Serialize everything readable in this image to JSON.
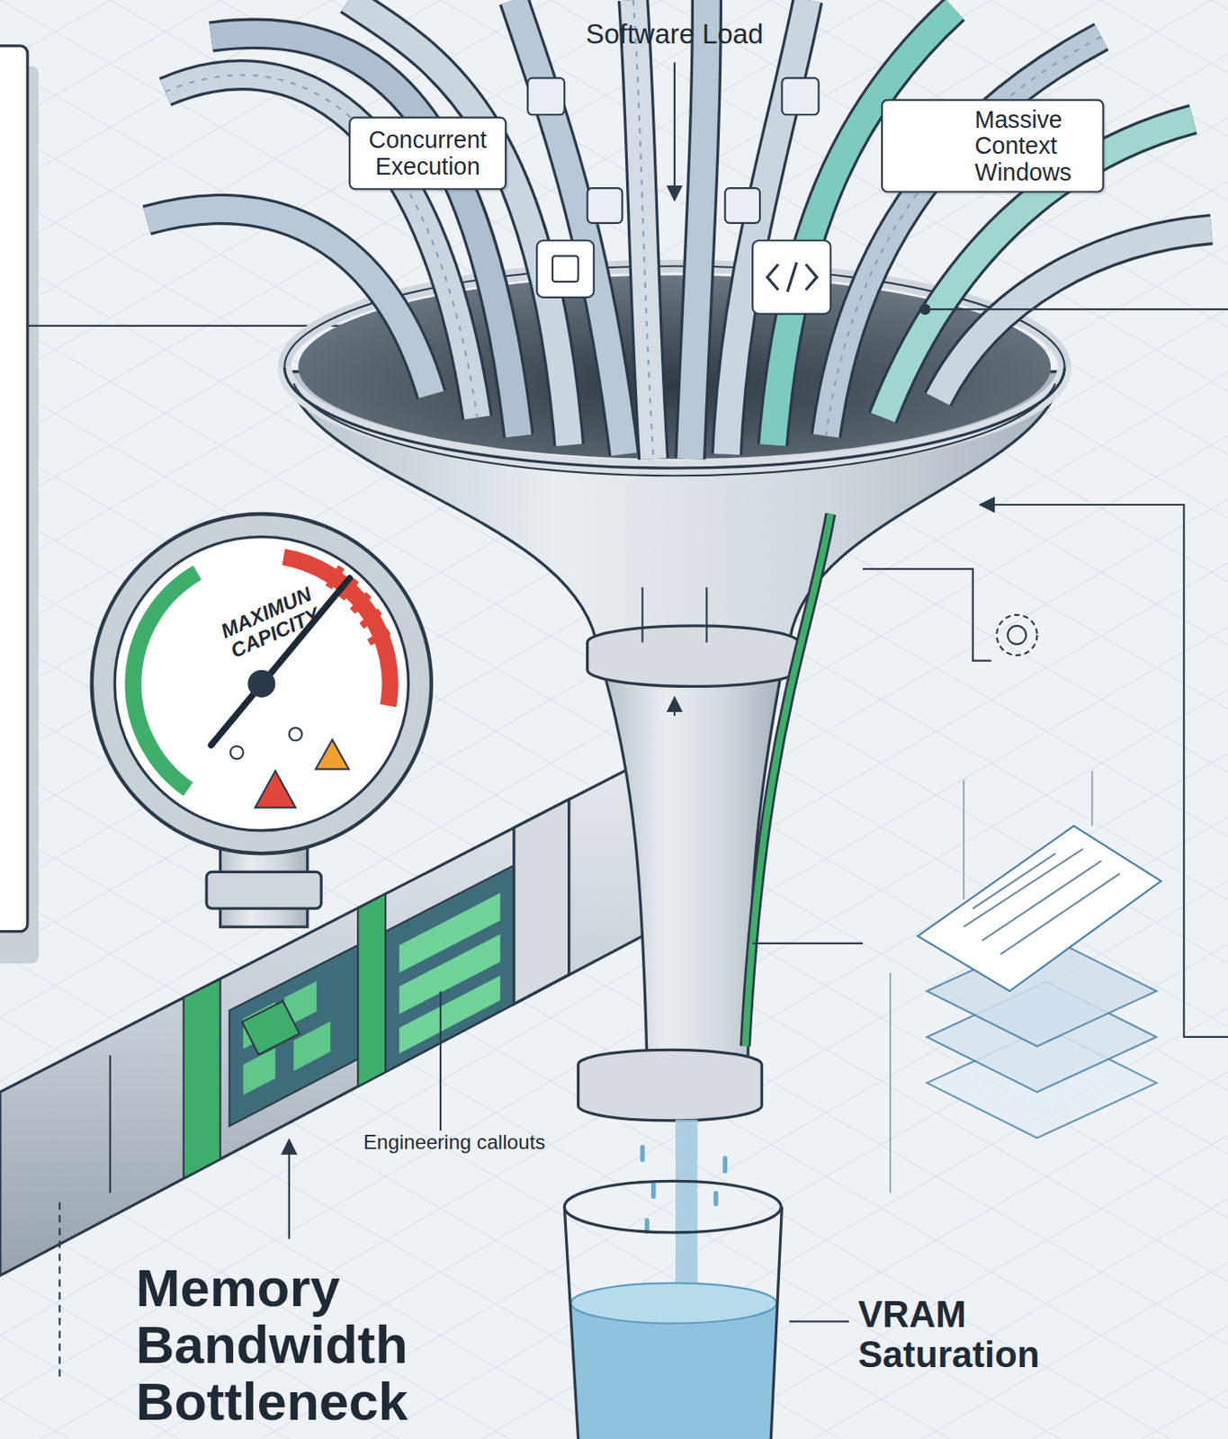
{
  "diagram": {
    "nodes": [
      {
        "text": [
          "Concurrent Execution"
        ]
      },
      {
        "text": [
          "Massive Context Windows"
        ]
      }
    ],
    "labels": [
      "Software Load",
      "MAXIMUN CAPICITY",
      "Engineering callouts",
      "Memory Bandwidth Bottleneck",
      "VRAM Saturation"
    ]
  }
}
